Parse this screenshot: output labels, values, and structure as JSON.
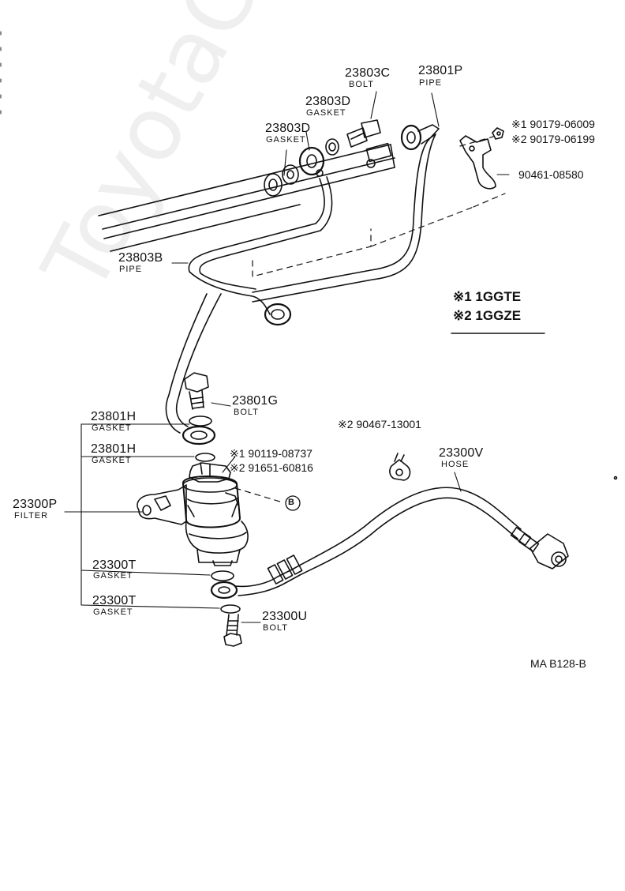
{
  "parts": {
    "p23803C": {
      "number": "23803C",
      "name": "BOLT"
    },
    "p23801P": {
      "number": "23801P",
      "name": "PIPE"
    },
    "p23803D_a": {
      "number": "23803D",
      "name": "GASKET"
    },
    "p23803D_b": {
      "number": "23803D",
      "name": "GASKET"
    },
    "p23803B": {
      "number": "23803B",
      "name": "PIPE"
    },
    "p23801G": {
      "number": "23801G",
      "name": "BOLT"
    },
    "p23801H_a": {
      "number": "23801H",
      "name": "GASKET"
    },
    "p23801H_b": {
      "number": "23801H",
      "name": "GASKET"
    },
    "p23300P": {
      "number": "23300P",
      "name": "FILTER"
    },
    "p23300T_a": {
      "number": "23300T",
      "name": "GASKET"
    },
    "p23300T_b": {
      "number": "23300T",
      "name": "GASKET"
    },
    "p23300U": {
      "number": "23300U",
      "name": "BOLT"
    },
    "p23300V": {
      "number": "23300V",
      "name": "HOSE"
    }
  },
  "notes": {
    "n1_a": "※1 90179-06009",
    "n2_a": "※2 90179-06199",
    "clamp": "90461-08580",
    "n2_clip": "※2 90467-13001",
    "n1_b": "※1 90119-08737",
    "n2_b": "※2 91651-60816"
  },
  "legend": {
    "line1": "※1 1GGTE",
    "line2": "※2 1GGZE"
  },
  "ref_mark": "B",
  "diagram_code": "MA  B128-B",
  "watermark": "ToyotaCarMine.ru"
}
